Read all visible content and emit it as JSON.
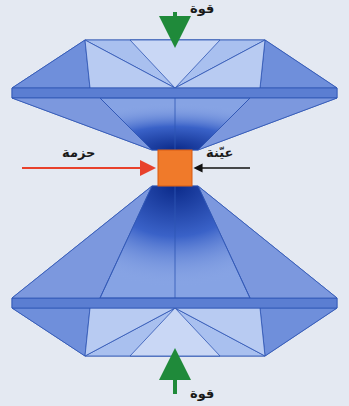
{
  "diagram": {
    "labels": [
      "قوة",
      "حزمة",
      "عيّنة",
      "قوة"
    ]
  }
}
